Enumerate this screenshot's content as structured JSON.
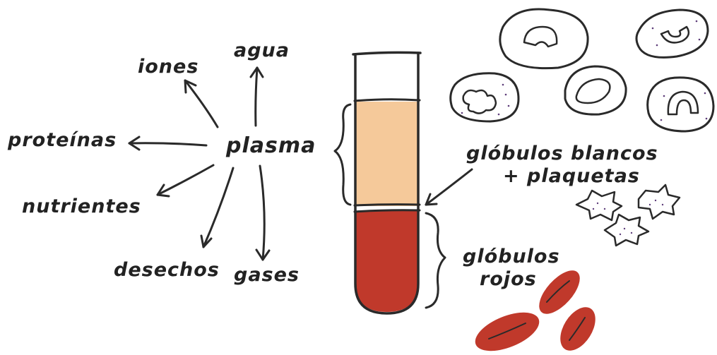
{
  "labels": {
    "iones": "iones",
    "agua": "agua",
    "proteinas": "proteínas",
    "plasma": "plasma",
    "nutrientes": "nutrientes",
    "desechos": "desechos",
    "gases": "gases",
    "white_cells_line1": "glóbulos blancos",
    "white_cells_line2": "+ plaquetas",
    "red_cells_line1": "glóbulos",
    "red_cells_line2": "rojos"
  },
  "colors": {
    "plasma_layer": "#f5c99a",
    "buffy_coat": "#ffffff",
    "red_layer": "#c0392b",
    "tube_outline": "#2a2a2a",
    "cell_purple": "#a889c2",
    "cell_purple_dark": "#5e3d7a",
    "cell_pink": "#e8899a",
    "cell_pink_dark": "#5e3d7a",
    "cell_teal": "#a9dccc",
    "cell_teal_nucleus": "#2a9a7a",
    "platelet": "#c4a6d8",
    "rbc": "#c0392b",
    "rbc_dark": "#8c2418"
  },
  "icons": [
    "white-blood-cell-icon",
    "platelet-icon",
    "red-blood-cell-icon",
    "test-tube-icon",
    "arrow-icon",
    "brace-icon"
  ]
}
